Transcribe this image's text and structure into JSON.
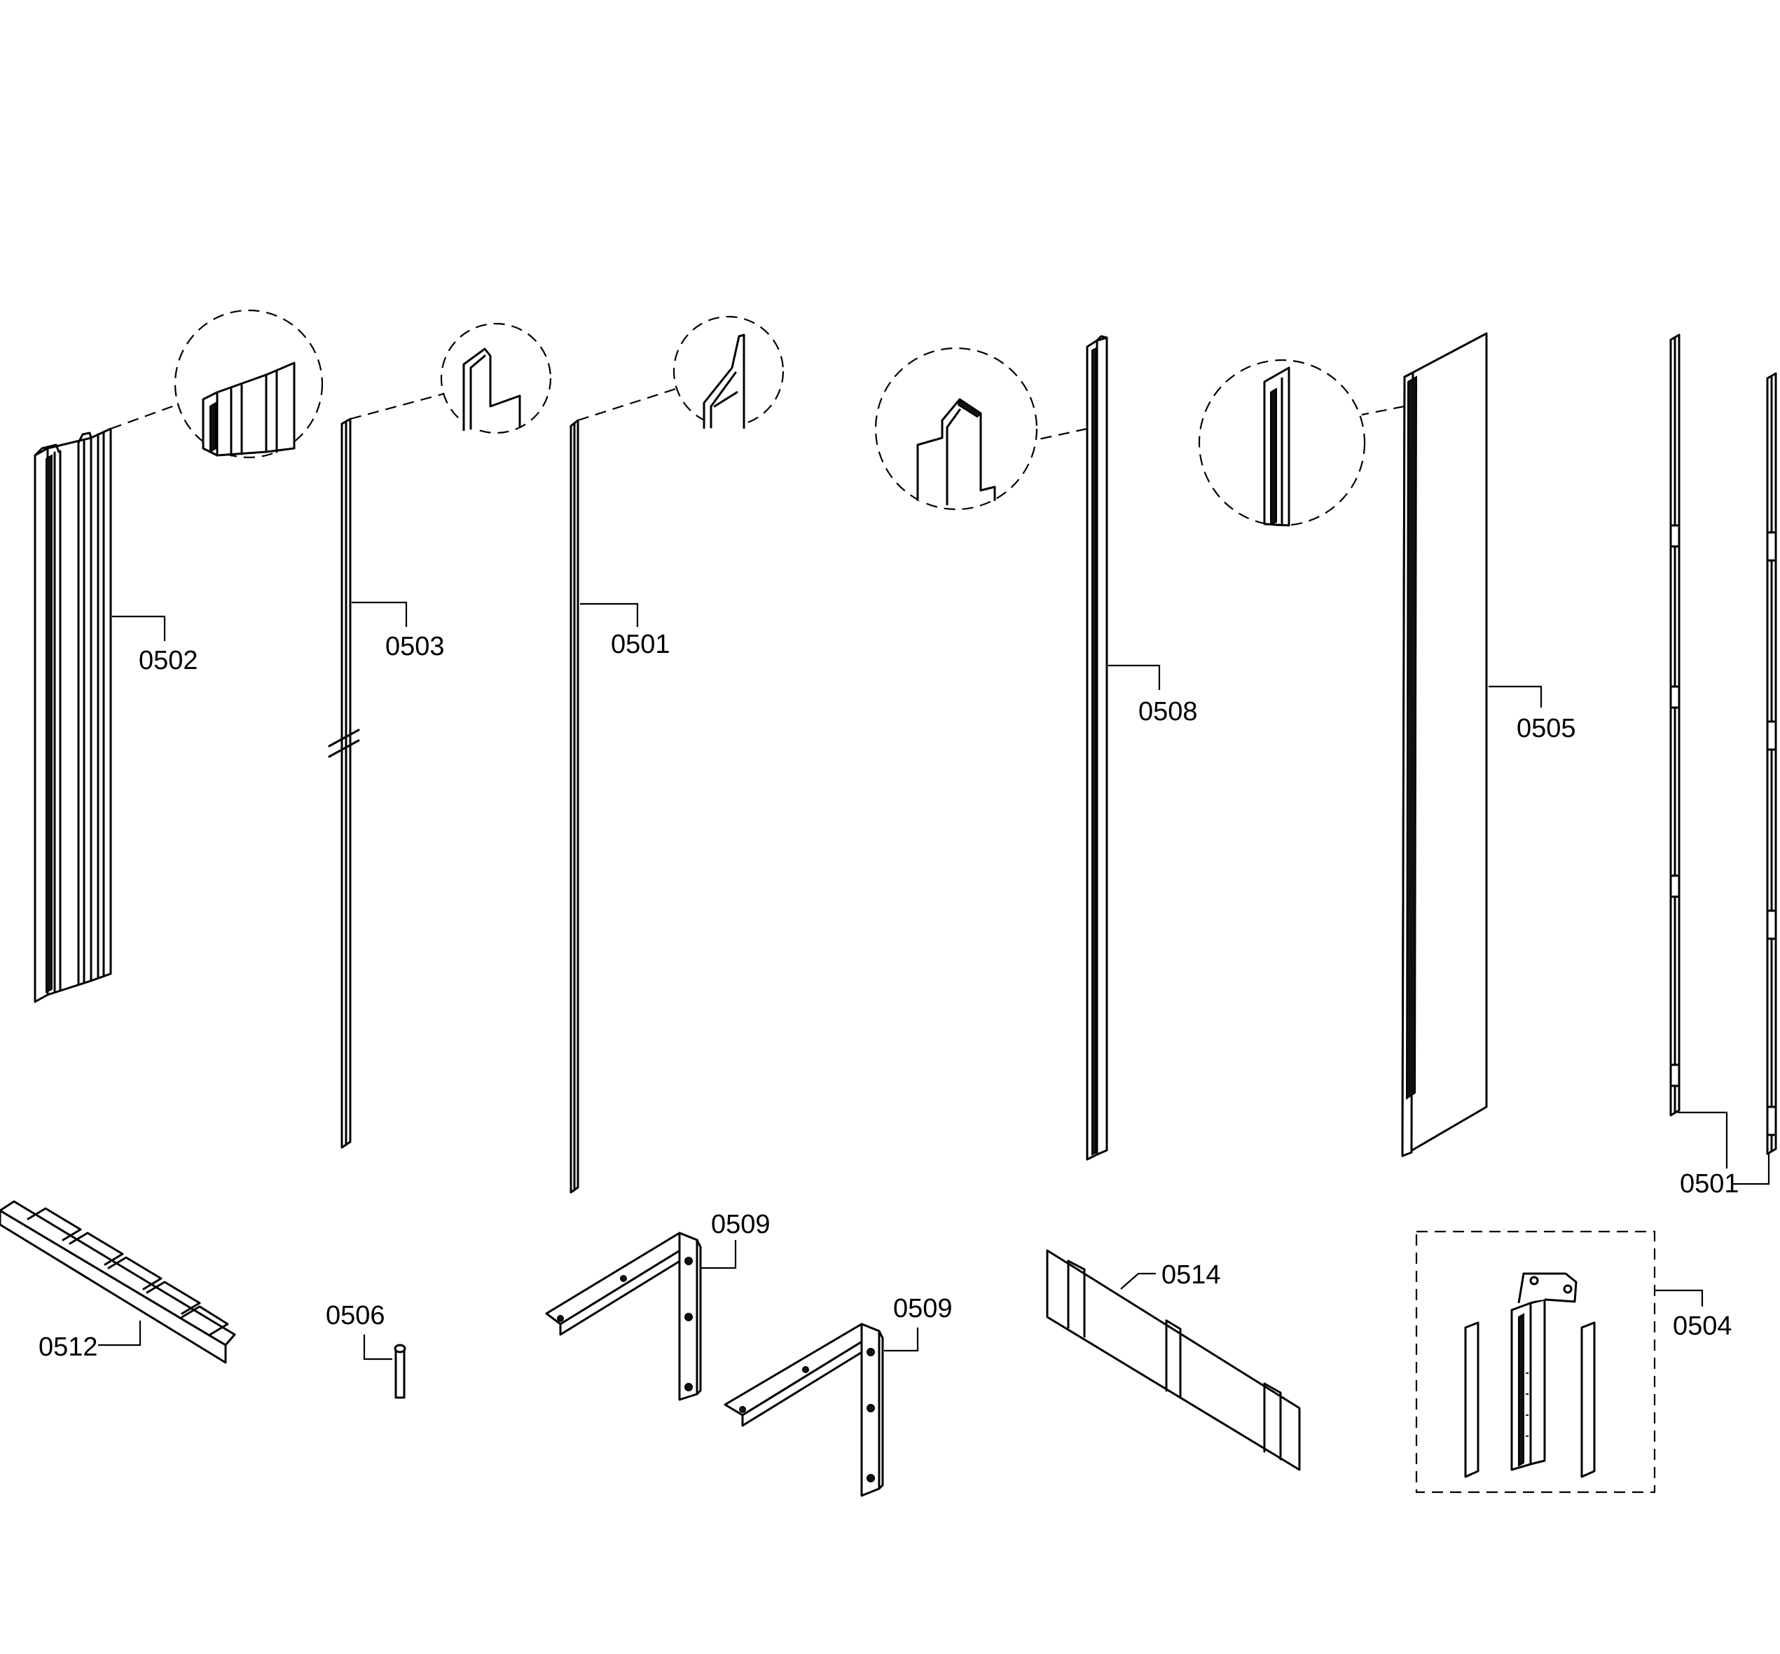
{
  "labels": {
    "p0502": "0502",
    "p0503": "0503",
    "p0501a": "0501",
    "p0508": "0508",
    "p0505": "0505",
    "p0501b": "0501",
    "p0509a": "0509",
    "p0509b": "0509",
    "p0514": "0514",
    "p0504": "0504",
    "p0506": "0506",
    "p0512": "0512"
  }
}
